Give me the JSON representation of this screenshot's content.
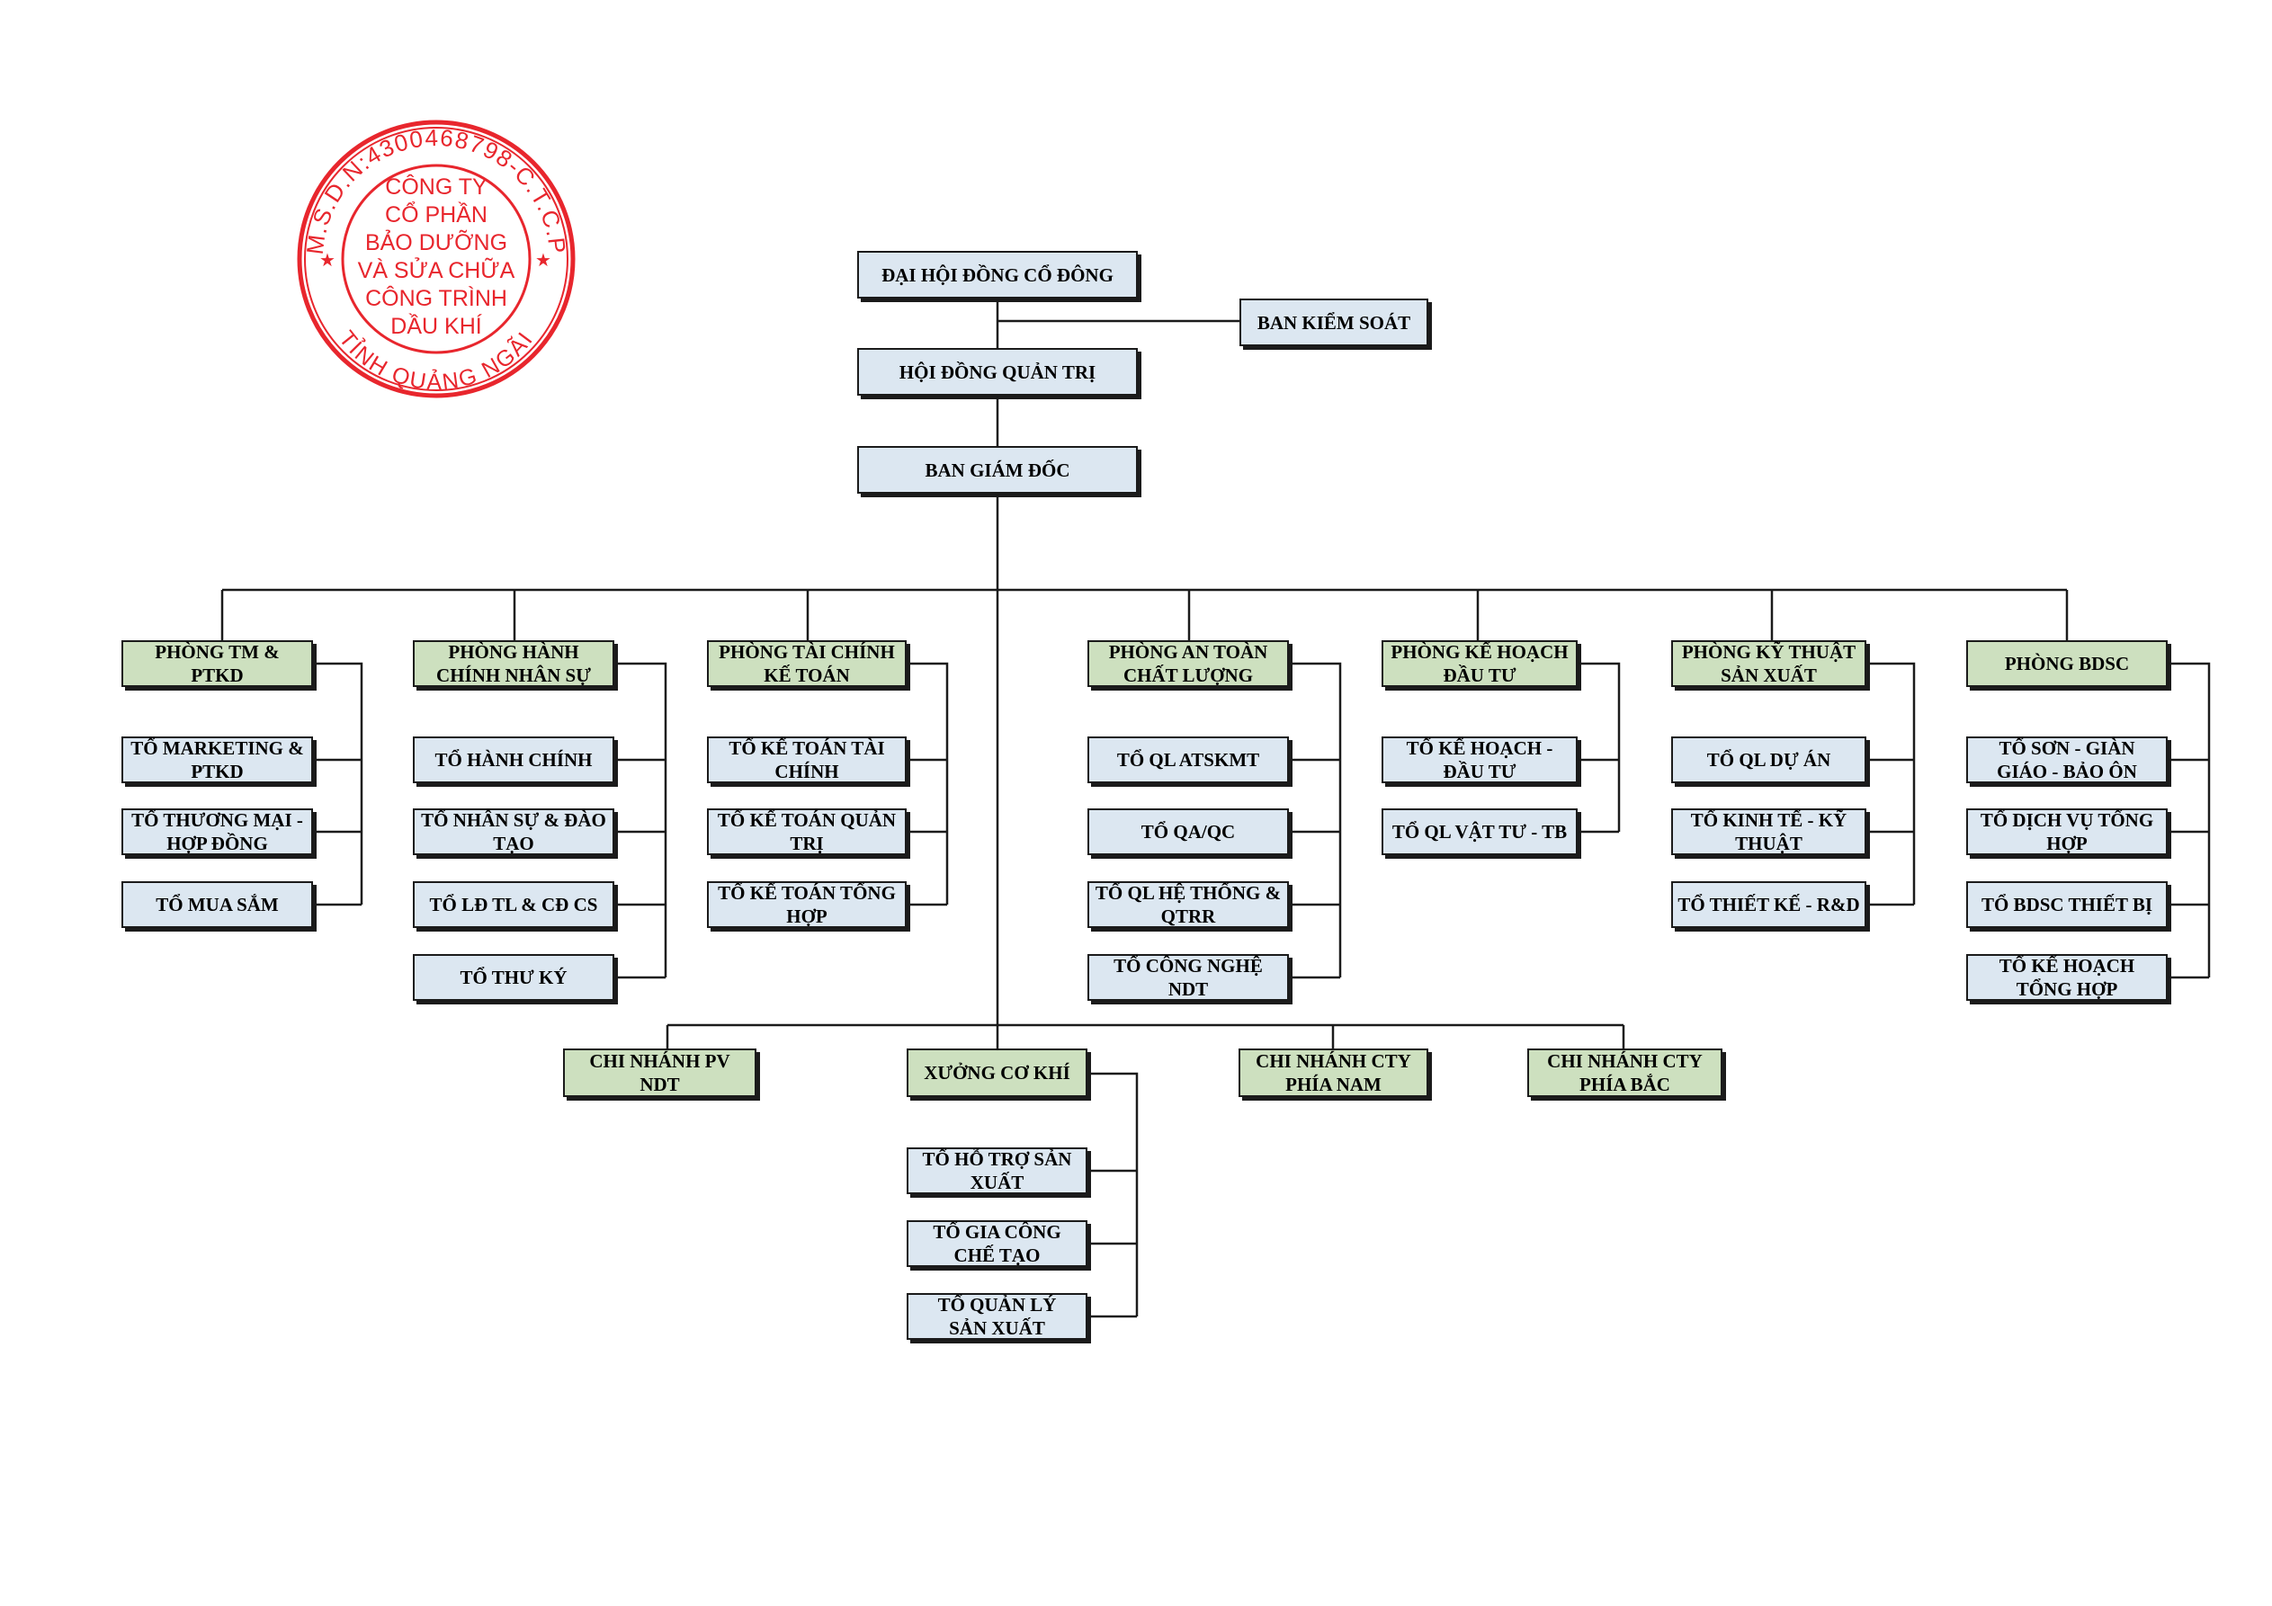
{
  "stamp": {
    "ring_text": "M.S.D.N:4300468798-C.T.C.P",
    "bottom_text": "TỈNH QUẢNG NGÃI",
    "center_lines": [
      "CÔNG TY",
      "CỔ PHẦN",
      "BẢO DƯỠNG",
      "VÀ SỬA CHỮA",
      "CÔNG TRÌNH",
      "DẦU KHÍ"
    ],
    "color": "#e8262d"
  },
  "colors": {
    "box_blue": "#dce7f1",
    "box_green": "#cde0bf",
    "line": "#1b1b1b"
  },
  "top": {
    "dhdcd": "ĐẠI HỘI ĐỒNG CỔ ĐÔNG",
    "bks": "BAN KIỂM SOÁT",
    "hdqt": "HỘI ĐỒNG QUẢN TRỊ",
    "bgd": "BAN GIÁM ĐỐC"
  },
  "departments": [
    {
      "name": "PHÒNG TM & PTKD",
      "teams": [
        "TỔ MARKETING &\nPTKD",
        "TỔ THƯƠNG MẠI -\nHỢP ĐỒNG",
        "TỔ MUA SẮM"
      ]
    },
    {
      "name": "PHÒNG HÀNH\nCHÍNH NHÂN SỰ",
      "teams": [
        "TỔ HÀNH CHÍNH",
        "TỔ NHÂN SỰ & ĐÀO\nTẠO",
        "TỔ LĐ TL & CĐ CS",
        "TỔ THƯ KÝ"
      ]
    },
    {
      "name": "PHÒNG TÀI CHÍNH\nKẾ TOÁN",
      "teams": [
        "TỔ KẾ TOÁN TÀI\nCHÍNH",
        "TỔ KẾ TOÁN QUẢN\nTRỊ",
        "TỔ KẾ TOÁN TỔNG\nHỢP"
      ]
    },
    {
      "name": "PHÒNG AN TOÀN\nCHẤT LƯỢNG",
      "teams": [
        "TỔ QL ATSKMT",
        "TỔ QA/QC",
        "TỔ QL HỆ THỐNG &\nQTRR",
        "TỔ CÔNG NGHỆ NDT"
      ]
    },
    {
      "name": "PHÒNG KẾ HOẠCH\nĐẦU TƯ",
      "teams": [
        "TỔ KẾ HOẠCH -\nĐẦU TƯ",
        "TỔ  QL VẬT TƯ - TB"
      ]
    },
    {
      "name": "PHÒNG KỸ THUẬT\nSẢN XUẤT",
      "teams": [
        "TỔ QL DỰ ÁN",
        "TỔ KINH TẾ - KỸ\nTHUẬT",
        "TỔ THIẾT KẾ - R&D"
      ]
    },
    {
      "name": "PHÒNG BDSC",
      "teams": [
        "TỔ SƠN - GIÀN\nGIÁO - BẢO ÔN",
        "TỔ DỊCH VỤ TỔNG\nHỢP",
        "TỔ BDSC THIẾT BỊ",
        "TỔ KẾ HOẠCH\nTỔNG HỢP"
      ]
    }
  ],
  "branches": [
    {
      "name": "CHI NHÁNH PV\nNDT",
      "teams": []
    },
    {
      "name": "XƯỞNG CƠ KHÍ",
      "teams": [
        "TỔ HỖ TRỢ SẢN\nXUẤT",
        "TỔ GIA CÔNG\nCHẾ TẠO",
        "TỔ QUẢN LÝ\nSẢN XUẤT"
      ]
    },
    {
      "name": "CHI NHÁNH CTY\nPHÍA NAM",
      "teams": []
    },
    {
      "name": "CHI NHÁNH CTY\nPHÍA BẮC",
      "teams": []
    }
  ]
}
